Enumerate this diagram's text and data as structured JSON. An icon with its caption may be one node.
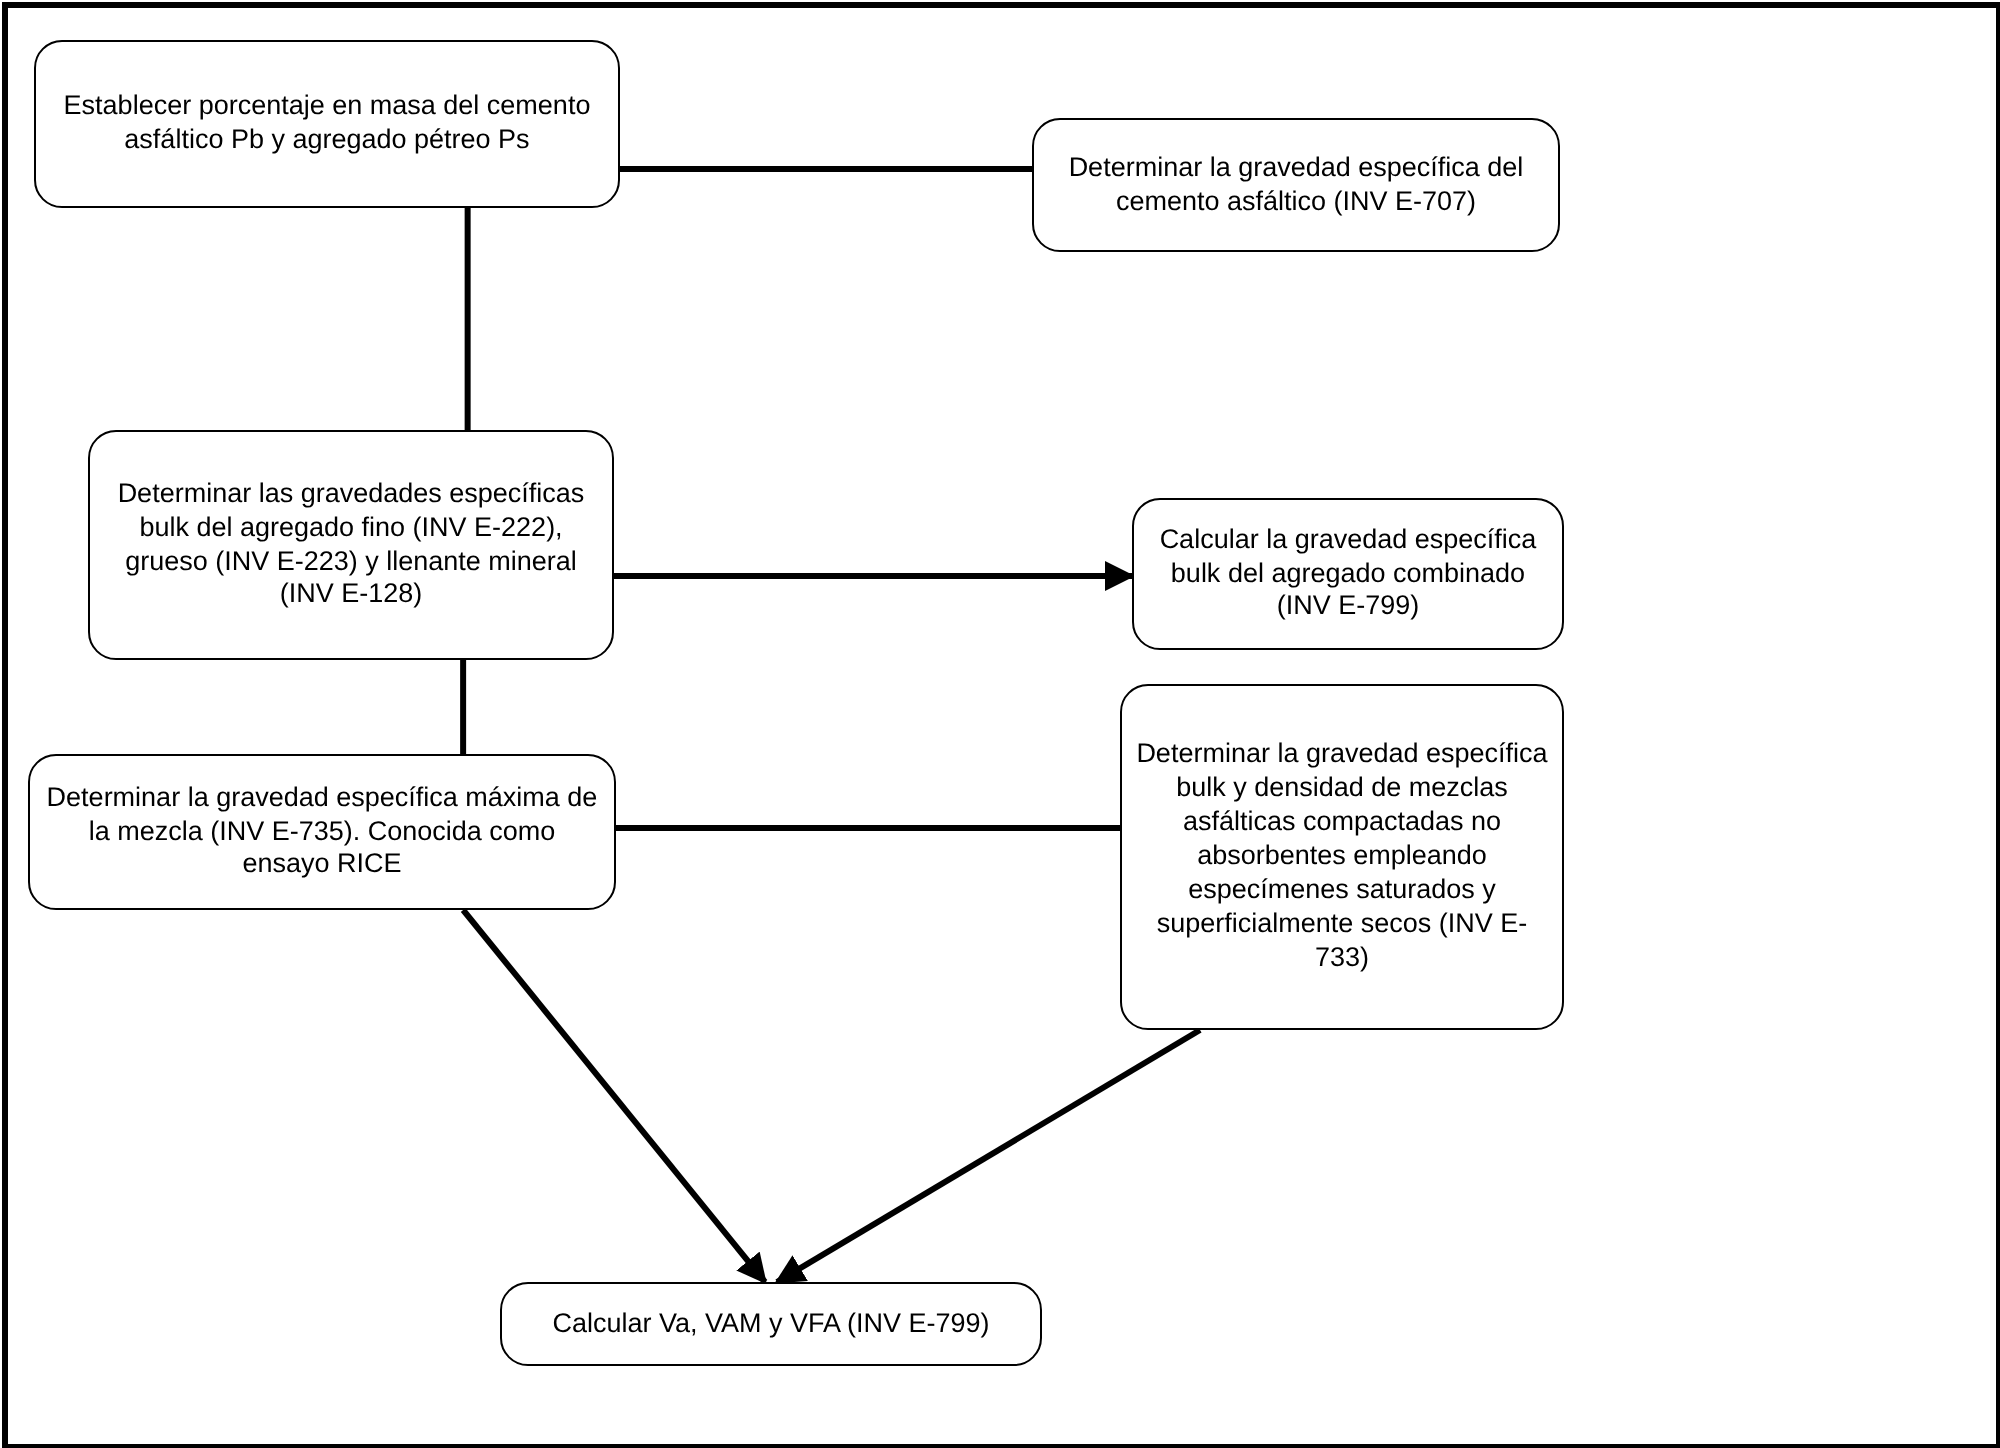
{
  "diagram": {
    "nodes": [
      {
        "text": [
          "Establecer porcentaje en masa del cemento asfáltico Pb y agregado pétreo Ps"
        ]
      },
      {
        "text": [
          "Determinar la gravedad específica del cemento asfáltico (INV E-707)"
        ]
      },
      {
        "text": [
          "Determinar las gravedades específicas bulk del agregado fino (INV E-222), grueso (INV E-223) y llenante mineral (INV E-128)"
        ]
      },
      {
        "text": [
          "Calcular la gravedad específica bulk del agregado combinado (INV E-799)"
        ]
      },
      {
        "text": [
          "Determinar la gravedad específica máxima de la mezcla (INV E-735). Conocida como ensayo RICE"
        ]
      },
      {
        "text": [
          "Determinar la gravedad específica bulk y densidad de mezclas asfálticas compactadas no absorbentes empleando especímenes saturados y superficialmente secos (INV E-733)"
        ]
      },
      {
        "text": [
          "Calcular Va, VAM y VFA (INV E-799)"
        ]
      }
    ],
    "edges": [
      {
        "from": 0,
        "to": 1,
        "arrow": "none"
      },
      {
        "from": 0,
        "to": 2,
        "arrow": "none"
      },
      {
        "from": 2,
        "to": 3,
        "arrow": "to"
      },
      {
        "from": 2,
        "to": 4,
        "arrow": "none"
      },
      {
        "from": 4,
        "to": 5,
        "arrow": "none"
      },
      {
        "from": 4,
        "to": 6,
        "arrow": "to"
      },
      {
        "from": 5,
        "to": 6,
        "arrow": "to"
      }
    ]
  }
}
